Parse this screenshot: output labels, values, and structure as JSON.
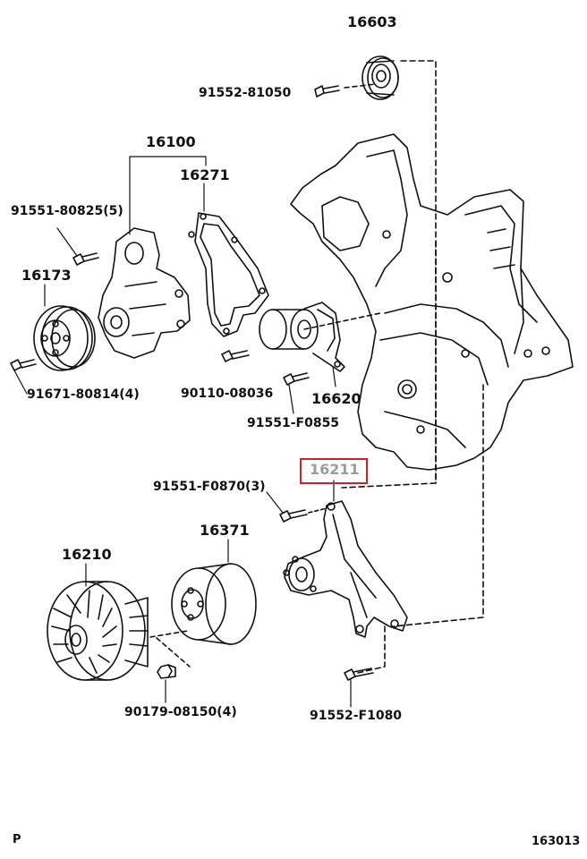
{
  "parts": {
    "p16603": "16603",
    "p91552_81050": "91552-81050",
    "p16100": "16100",
    "p16271": "16271",
    "p91551_80825": "91551-80825(5)",
    "p16173": "16173",
    "p91671_80814": "91671-80814(4)",
    "p90110_08036": "90110-08036",
    "p16620": "16620",
    "p91551_F0855": "91551-F0855",
    "p16211": "16211",
    "p91551_F0870": "91551-F0870(3)",
    "p16371": "16371",
    "p16210": "16210",
    "p90179_08150": "90179-08150(4)",
    "p91552_F1080": "91552-F1080"
  },
  "footer": {
    "left_code": "P",
    "right_code": "163013"
  },
  "highlight": {
    "part": "16211",
    "color": "#d42020"
  }
}
